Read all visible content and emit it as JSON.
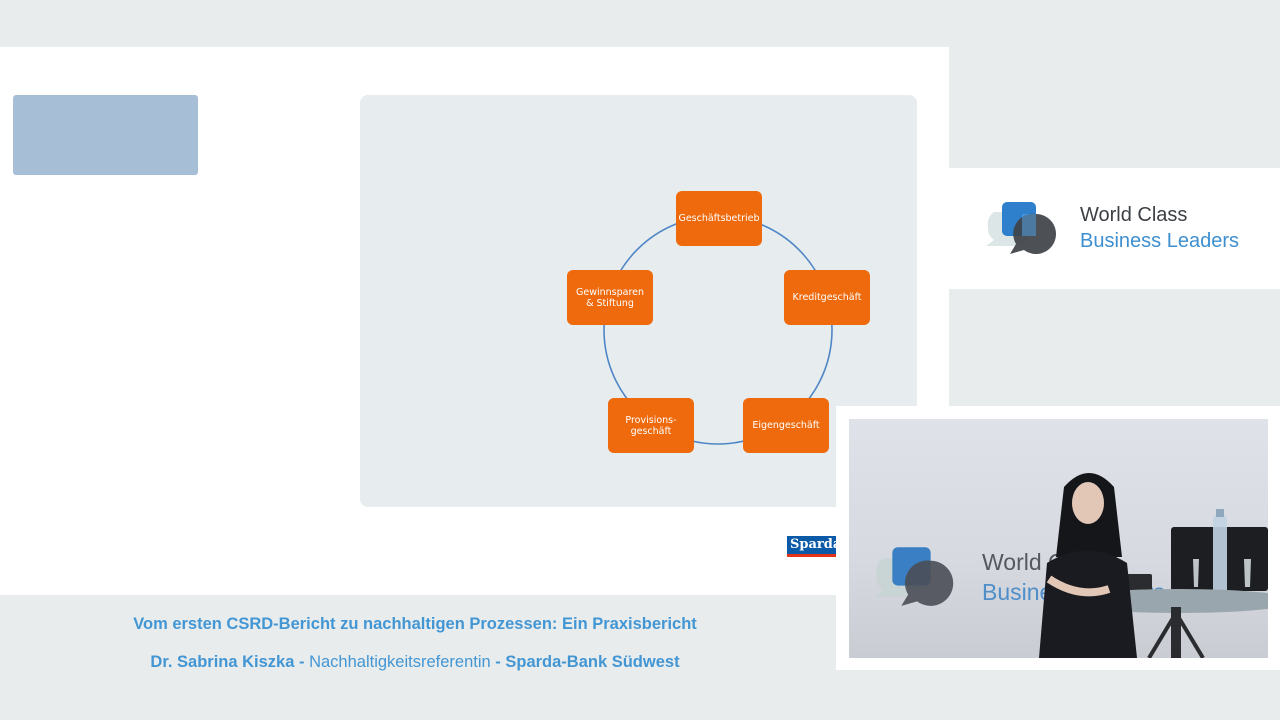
{
  "slide": {
    "cycle_nodes": [
      {
        "label": "Geschäftsbetrieb"
      },
      {
        "label": "Kreditgeschäft"
      },
      {
        "label": "Eigengeschäft"
      },
      {
        "label": "Provisions-\ngeschäft"
      },
      {
        "label": "Gewinnsparen\n& Stiftung"
      }
    ],
    "logo_text": "Sparda",
    "colors": {
      "node": "#ee6a0c",
      "ring": "#4f86c6",
      "panel": "#e7ecee",
      "title_block": "#a6bfd6"
    }
  },
  "brand": {
    "line1": "World Class",
    "line2": "Business Leaders",
    "colors": {
      "dark": "#3c3f44",
      "blue": "#3d8fcf"
    }
  },
  "caption": {
    "title": "Vom ersten CSRD-Bericht zu nachhaltigen Prozessen: Ein Praxisbericht",
    "speaker_name": "Dr. Sabrina Kiszka",
    "separator1": " - ",
    "speaker_role": "Nachhaltigkeitsreferentin",
    "separator2": " - ",
    "organization": "Sparda-Bank Südwest",
    "color": "#4396d4"
  },
  "video": {
    "backdrop_line1": "World Class",
    "backdrop_line2": "Business Leaders"
  }
}
